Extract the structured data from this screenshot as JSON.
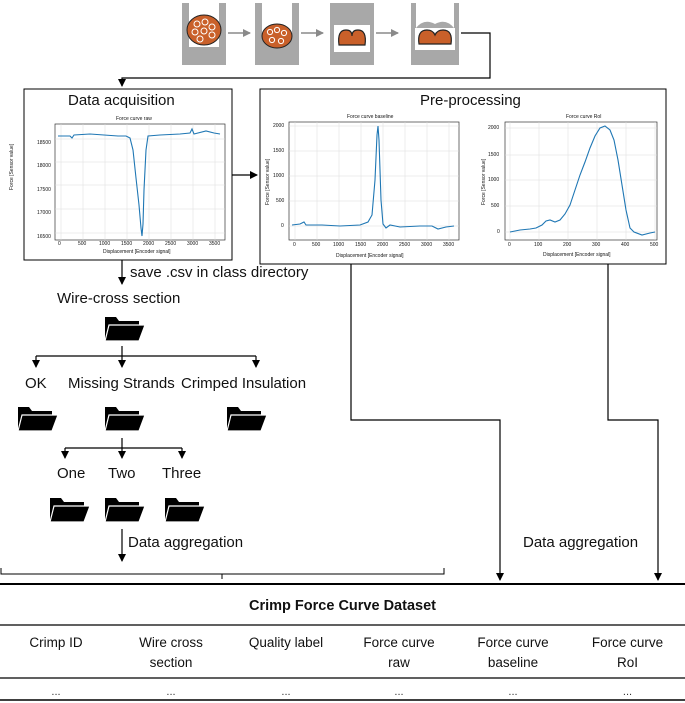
{
  "panels": {
    "acquisition_title": "Data acquisition",
    "preprocessing_title": "Pre-processing"
  },
  "plots": {
    "raw": {
      "title": "Force curve raw",
      "xlabel": "Displacement [Encoder signal]",
      "ylabel": "Force [Sensor value]",
      "xticks": [
        "0",
        "500",
        "1000",
        "1500",
        "2000",
        "2500",
        "3000",
        "3500"
      ],
      "yticks": [
        "16500",
        "17000",
        "17500",
        "18000",
        "18500"
      ]
    },
    "baseline": {
      "title": "Force curve baseline",
      "xlabel": "Displacement [Encoder signal]",
      "ylabel": "Force [Sensor value]",
      "xticks": [
        "0",
        "500",
        "1000",
        "1500",
        "2000",
        "2500",
        "3000",
        "3500"
      ],
      "yticks": [
        "0",
        "500",
        "1000",
        "1500",
        "2000"
      ]
    },
    "roi": {
      "title": "Force curve RoI",
      "xlabel": "Displacement [Encoder signal]",
      "ylabel": "Force [Sensor value]",
      "xticks": [
        "0",
        "100",
        "200",
        "300",
        "400",
        "500"
      ],
      "yticks": [
        "0",
        "500",
        "1000",
        "1500",
        "2000"
      ]
    }
  },
  "flow": {
    "save_label": "save .csv in class directory",
    "root_folder": "Wire-cross section",
    "classes": [
      "OK",
      "Missing Strands",
      "Crimped Insulation"
    ],
    "subclasses": [
      "One",
      "Two",
      "Three"
    ],
    "aggregation_left": "Data aggregation",
    "aggregation_right": "Data aggregation"
  },
  "dataset": {
    "title": "Crimp Force Curve Dataset",
    "columns": [
      {
        "line1": "Crimp ID",
        "line2": ""
      },
      {
        "line1": "Wire cross",
        "line2": "section"
      },
      {
        "line1": "Quality label",
        "line2": ""
      },
      {
        "line1": "Force curve",
        "line2": "raw"
      },
      {
        "line1": "Force curve",
        "line2": "baseline"
      },
      {
        "line1": "Force curve",
        "line2": "RoI"
      }
    ],
    "row": [
      "...",
      "...",
      "...",
      "...",
      "...",
      "..."
    ]
  },
  "colors": {
    "curve": "#1f77b4",
    "crimp_fill": "#c9602a",
    "die": "#a8a8a8",
    "folder": "#000000"
  }
}
